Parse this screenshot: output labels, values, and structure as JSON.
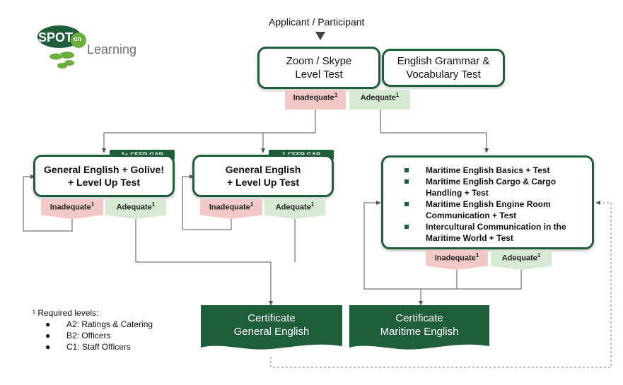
{
  "logo": {
    "word1": "SPOT",
    "word2": "on",
    "word3": "Learning"
  },
  "colors": {
    "brand_green": "#1f5e3a",
    "logo_green": "#6cae3e",
    "inadequate_fill": "#f2c9c6",
    "adequate_fill": "#d6ead3"
  },
  "entry_label": "Applicant / Participant",
  "nodes": {
    "zoom_test": "Zoom / Skype\nLevel Test",
    "grammar_test": "English Grammar &\nVocabulary Test",
    "general_golive": "General English + Golive!\n+ Level Up Test",
    "general_levelup": "General English\n+ Level Up Test",
    "maritime_items": [
      "Maritime English Basics + Test",
      "Maritime English Cargo & Cargo Handling + Test",
      "Maritime English Engine Room Communication + Test",
      "Intercultural Communication in the Maritime World + Test"
    ]
  },
  "gaps": {
    "golive": "1+ CEFR GAP",
    "levelup": "1 CEFR GAP"
  },
  "outcomes": {
    "inadequate": "Inadequate",
    "adequate": "Adequate",
    "footnote_mark": "1"
  },
  "certificates": {
    "general": "Certificate\nGeneral English",
    "maritime": "Certificate\nMaritime English"
  },
  "footnote": {
    "title": "¹ Required levels:",
    "items": [
      "A2: Ratings & Catering",
      "B2: Officers",
      "C1: Staff Officers"
    ]
  }
}
